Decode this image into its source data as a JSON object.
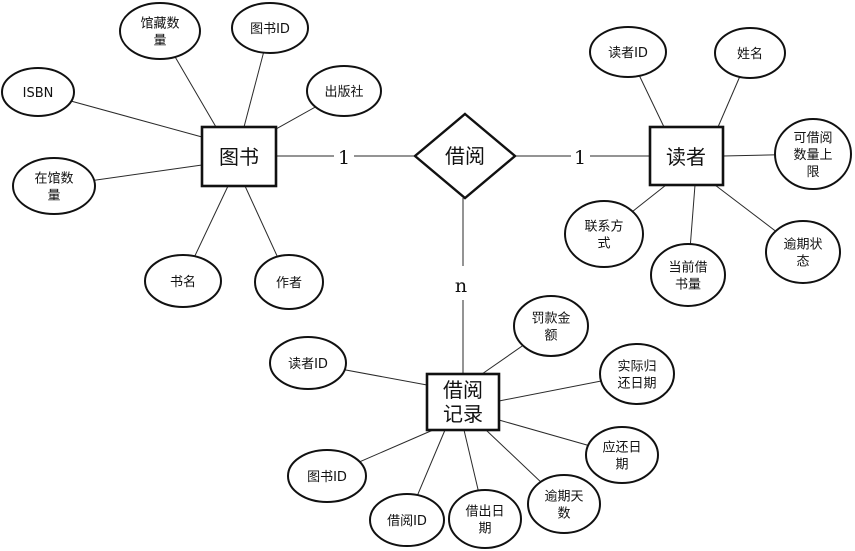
{
  "diagram": {
    "entities": {
      "book": "图书",
      "reader": "读者",
      "record": [
        "借阅",
        "记录"
      ]
    },
    "relationship": "借阅",
    "cardinality": {
      "book": "1",
      "reader": "1",
      "record": "n"
    },
    "book_attributes": {
      "collection_count": [
        "馆藏数",
        "量"
      ],
      "book_id": [
        "图书ID"
      ],
      "isbn": [
        "ISBN"
      ],
      "publisher": [
        "出版社"
      ],
      "in_library_count": [
        "在馆数",
        "量"
      ],
      "title": [
        "书名"
      ],
      "author": [
        "作者"
      ]
    },
    "reader_attributes": {
      "reader_id": [
        "读者ID"
      ],
      "name": [
        "姓名"
      ],
      "borrow_limit": [
        "可借阅",
        "数量上",
        "限"
      ],
      "contact": [
        "联系方",
        "式"
      ],
      "current_borrowed": [
        "当前借",
        "书量"
      ],
      "overdue_status": [
        "逾期状",
        "态"
      ]
    },
    "record_attributes": {
      "fine": [
        "罚款金",
        "额"
      ],
      "reader_id": [
        "读者ID"
      ],
      "return_date": [
        "实际归",
        "还日期"
      ],
      "due_date": [
        "应还日",
        "期"
      ],
      "book_id": [
        "图书ID"
      ],
      "borrow_id": [
        "借阅ID"
      ],
      "borrow_date": [
        "借出日",
        "期"
      ],
      "overdue_days": [
        "逾期天",
        "数"
      ]
    }
  }
}
